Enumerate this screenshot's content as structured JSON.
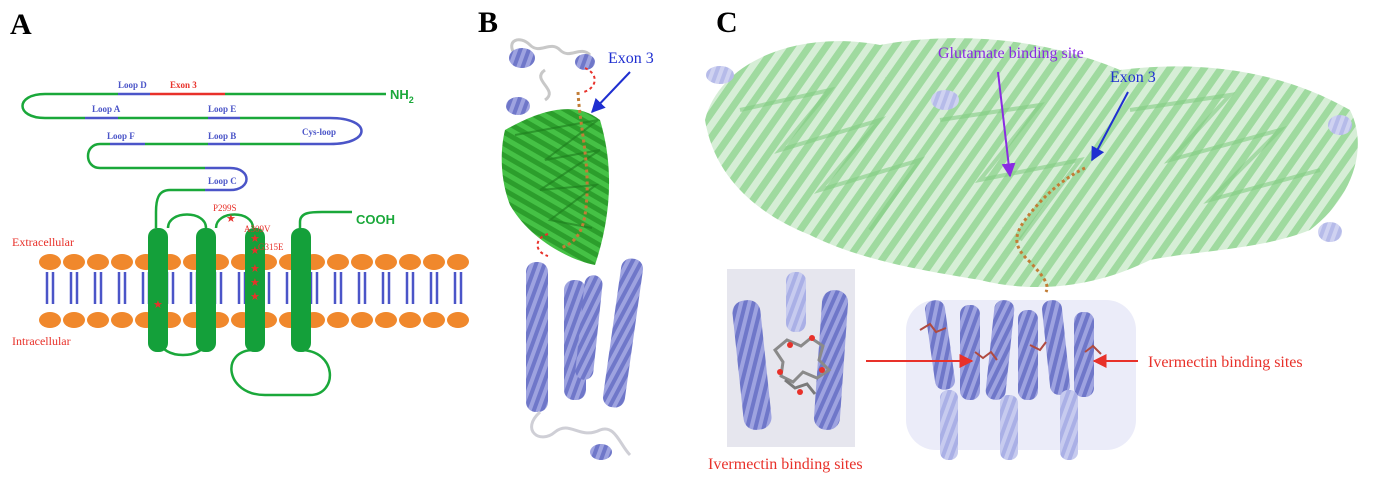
{
  "colors": {
    "green": "#1aa83a",
    "blue": "#4b55c8",
    "red": "#e8312a",
    "orange": "#f0882c",
    "purple": "#8a2be2",
    "helix": "#8a90d6",
    "sheet": "#2fae32"
  },
  "panelA": {
    "letter": "A",
    "loops": {
      "loopD": "Loop D",
      "exon3": "Exon 3",
      "loopA": "Loop A",
      "loopE": "Loop E",
      "loopF": "Loop F",
      "loopB": "Loop B",
      "cysLoop": "Cys-loop",
      "loopC": "Loop C"
    },
    "nterm": "NH",
    "nterm_sub": "2",
    "cterm": "COOH",
    "extracellular": "Extracellular",
    "intracellular": "Intracellular",
    "mutations": {
      "m1": "P299S",
      "m2": "A309V",
      "m3": "G315E"
    }
  },
  "panelB": {
    "letter": "B",
    "exon3": "Exon 3"
  },
  "panelC": {
    "letter": "C",
    "glutamate": "Glutamate binding site",
    "exon3": "Exon 3",
    "ivermectin_right": "Ivermectin binding sites",
    "ivermectin_inset": "Ivermectin binding sites"
  }
}
